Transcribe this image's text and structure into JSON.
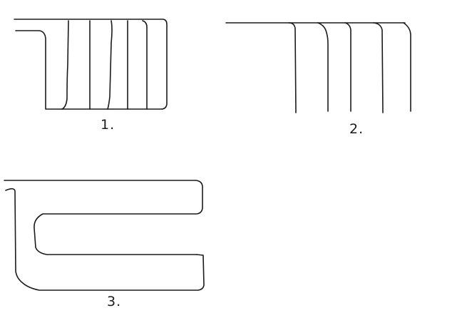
{
  "figures": [
    {
      "id": "1",
      "label": "1."
    },
    {
      "id": "2",
      "label": "2."
    },
    {
      "id": "3",
      "label": "3."
    }
  ],
  "colors": {
    "background": "#ffffff",
    "stroke": "#1a1a1a"
  }
}
